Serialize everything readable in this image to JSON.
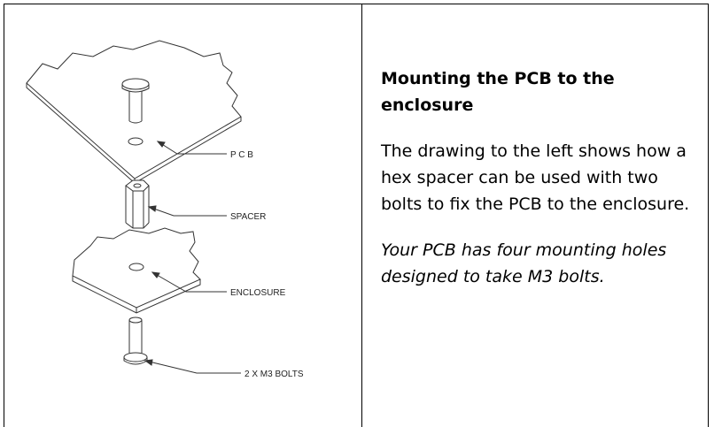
{
  "drawing": {
    "labels": {
      "pcb": "P C B",
      "spacer": "SPACER",
      "enclosure": "ENCLOSURE",
      "bolts": "2 X M3 BOLTS"
    }
  },
  "text": {
    "heading": "Mounting the PCB to the enclosure",
    "paragraph": "The drawing to the left shows how a hex spacer can be used with two bolts to fix the PCB to the enclosure.",
    "note": "Your PCB has four mounting holes designed to take M3 bolts."
  }
}
